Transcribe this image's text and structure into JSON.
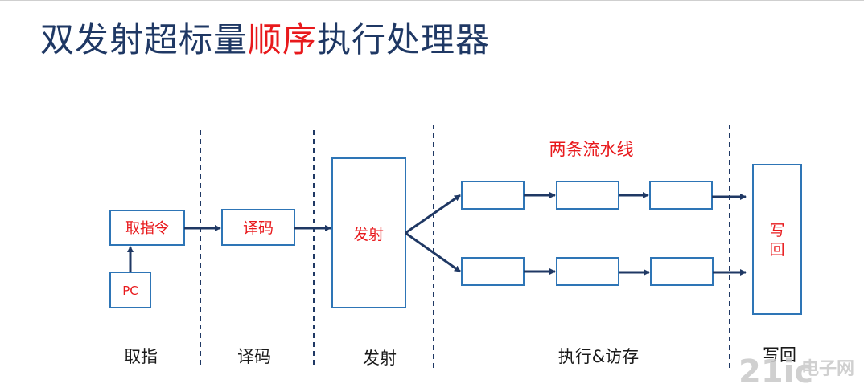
{
  "slide": {
    "title_part1": "双发射超标量",
    "title_highlight": "顺序",
    "title_part2": "执行处理器"
  },
  "diagram": {
    "pipeline_label": "两条流水线",
    "boxes": {
      "fetch": "取指令",
      "pc": "PC",
      "decode": "译码",
      "issue": "发射",
      "writeback_line1": "写",
      "writeback_line2": "回"
    },
    "stages": [
      "取指",
      "译码",
      "发射",
      "执行&访存",
      "写回"
    ]
  },
  "watermark": {
    "text_main": "电子网",
    "text_sub": "21ic"
  },
  "colors": {
    "title": "#1f3864",
    "highlight": "#e8191c",
    "box_border": "#2e75b6",
    "arrow": "#1f3864",
    "divider": "#1f3864"
  }
}
